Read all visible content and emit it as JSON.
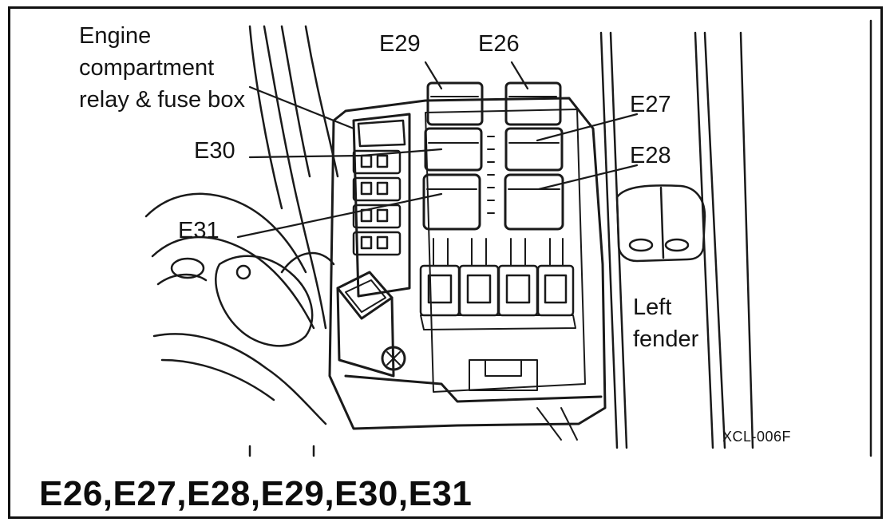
{
  "figure": {
    "labels": {
      "fuse_box": "Engine compartment relay & fuse box",
      "e29": "E29",
      "e26": "E26",
      "e27": "E27",
      "e28": "E28",
      "e30": "E30",
      "e31": "E31",
      "left_fender": "Left fender"
    },
    "figure_code": "XCL-006F",
    "caption": "E26,E27,E28,E29,E30,E31"
  }
}
